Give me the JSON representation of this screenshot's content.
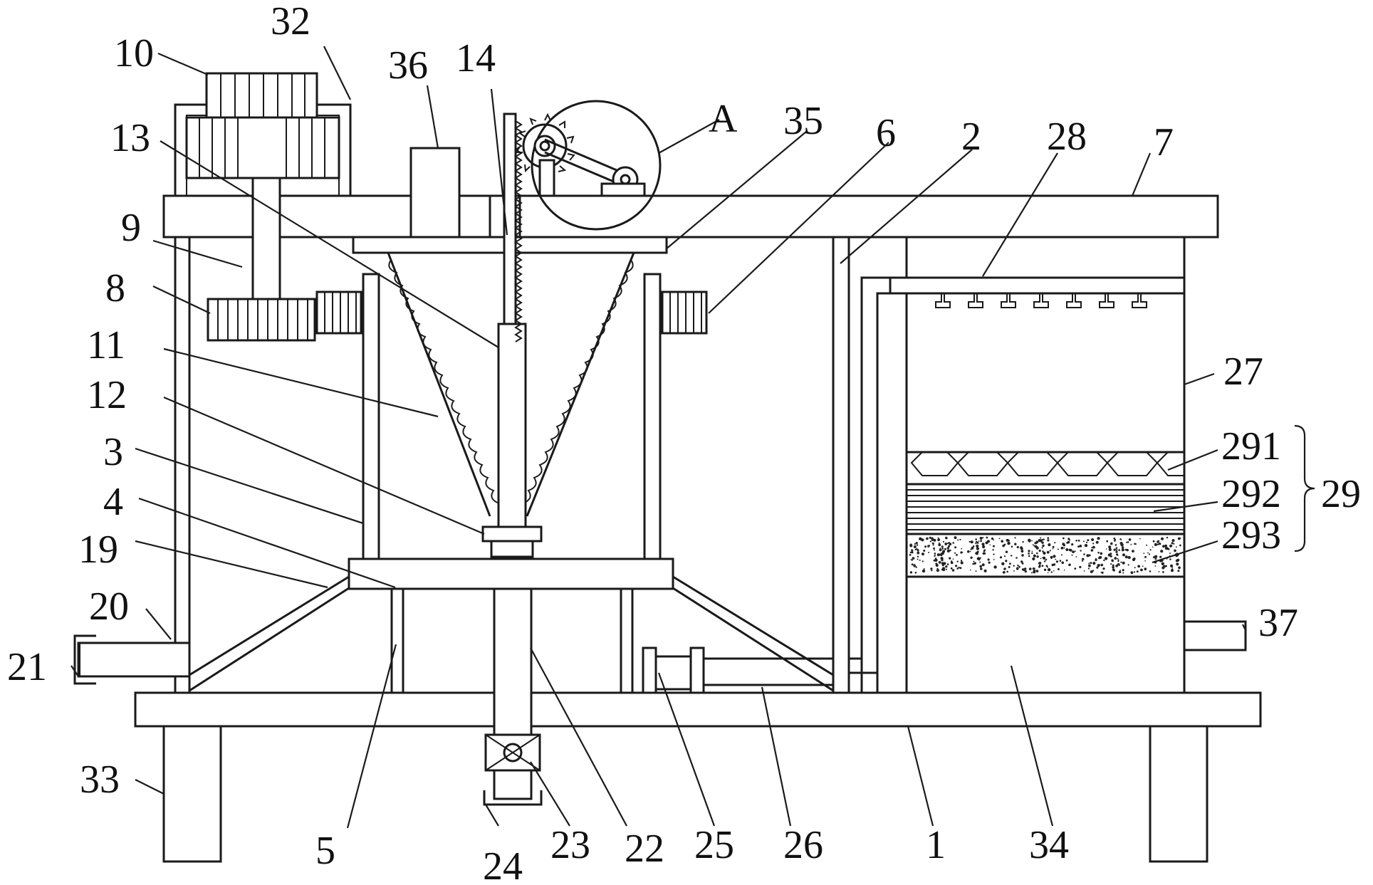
{
  "diagram": {
    "labels": [
      {
        "id": "10",
        "text": "10"
      },
      {
        "id": "32",
        "text": "32"
      },
      {
        "id": "36",
        "text": "36"
      },
      {
        "id": "14",
        "text": "14"
      },
      {
        "id": "A",
        "text": "A"
      },
      {
        "id": "35",
        "text": "35"
      },
      {
        "id": "6",
        "text": "6"
      },
      {
        "id": "2",
        "text": "2"
      },
      {
        "id": "28",
        "text": "28"
      },
      {
        "id": "7",
        "text": "7"
      },
      {
        "id": "13",
        "text": "13"
      },
      {
        "id": "9",
        "text": "9"
      },
      {
        "id": "8",
        "text": "8"
      },
      {
        "id": "11",
        "text": "11"
      },
      {
        "id": "12",
        "text": "12"
      },
      {
        "id": "27",
        "text": "27"
      },
      {
        "id": "3",
        "text": "3"
      },
      {
        "id": "291",
        "text": "291"
      },
      {
        "id": "4",
        "text": "4"
      },
      {
        "id": "292",
        "text": "292"
      },
      {
        "id": "29",
        "text": "29"
      },
      {
        "id": "19",
        "text": "19"
      },
      {
        "id": "293",
        "text": "293"
      },
      {
        "id": "20",
        "text": "20"
      },
      {
        "id": "37",
        "text": "37"
      },
      {
        "id": "21",
        "text": "21"
      },
      {
        "id": "33",
        "text": "33"
      },
      {
        "id": "5",
        "text": "5"
      },
      {
        "id": "24",
        "text": "24"
      },
      {
        "id": "23",
        "text": "23"
      },
      {
        "id": "22",
        "text": "22"
      },
      {
        "id": "25",
        "text": "25"
      },
      {
        "id": "26",
        "text": "26"
      },
      {
        "id": "1",
        "text": "1"
      },
      {
        "id": "34",
        "text": "34"
      }
    ]
  }
}
